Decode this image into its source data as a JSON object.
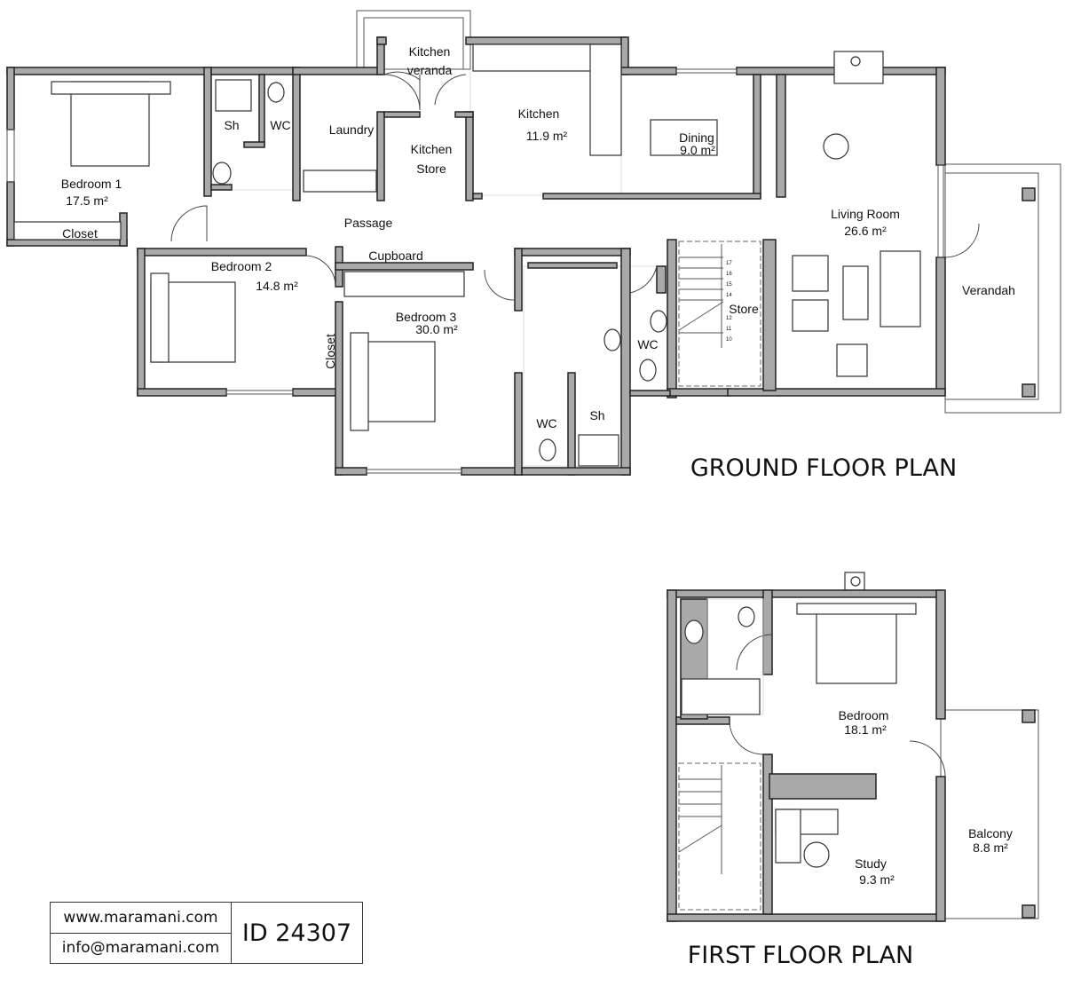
{
  "ground_floor": {
    "title": "GROUND FLOOR PLAN",
    "rooms": {
      "bedroom1": {
        "name": "Bedroom 1",
        "area": "17.5 m²"
      },
      "closet1": {
        "name": "Closet"
      },
      "sh1": {
        "name": "Sh"
      },
      "wc1": {
        "name": "WC"
      },
      "laundry": {
        "name": "Laundry"
      },
      "kitchen_veranda_1": {
        "name": "Kitchen"
      },
      "kitchen_veranda_2": {
        "name": "veranda"
      },
      "kitchen_store_1": {
        "name": "Kitchen"
      },
      "kitchen_store_2": {
        "name": "Store"
      },
      "kitchen": {
        "name": "Kitchen",
        "area": "11.9 m²"
      },
      "dining": {
        "name": "Dining",
        "area": "9.0 m²"
      },
      "living": {
        "name": "Living Room",
        "area": "26.6 m²"
      },
      "verandah": {
        "name": "Verandah"
      },
      "passage": {
        "name": "Passage"
      },
      "bedroom2": {
        "name": "Bedroom 2",
        "area": "14.8 m²"
      },
      "cupboard": {
        "name": "Cupboard"
      },
      "bedroom3": {
        "name": "Bedroom 3",
        "area": "30.0 m²"
      },
      "closet3": {
        "name": "Closet"
      },
      "wc2": {
        "name": "WC"
      },
      "sh2": {
        "name": "Sh"
      },
      "wc3": {
        "name": "WC"
      },
      "store": {
        "name": "Store"
      }
    },
    "stair_numbers": [
      "17",
      "16",
      "15",
      "14",
      "12",
      "11",
      "10"
    ]
  },
  "first_floor": {
    "title": "FIRST FLOOR PLAN",
    "rooms": {
      "bedroom": {
        "name": "Bedroom",
        "area": "18.1 m²"
      },
      "study": {
        "name": "Study",
        "area": "9.3 m²"
      },
      "balcony": {
        "name": "Balcony",
        "area": "8.8 m²"
      }
    }
  },
  "info_box": {
    "website": "www.maramani.com",
    "email": "info@maramani.com",
    "id": "ID 24307"
  }
}
